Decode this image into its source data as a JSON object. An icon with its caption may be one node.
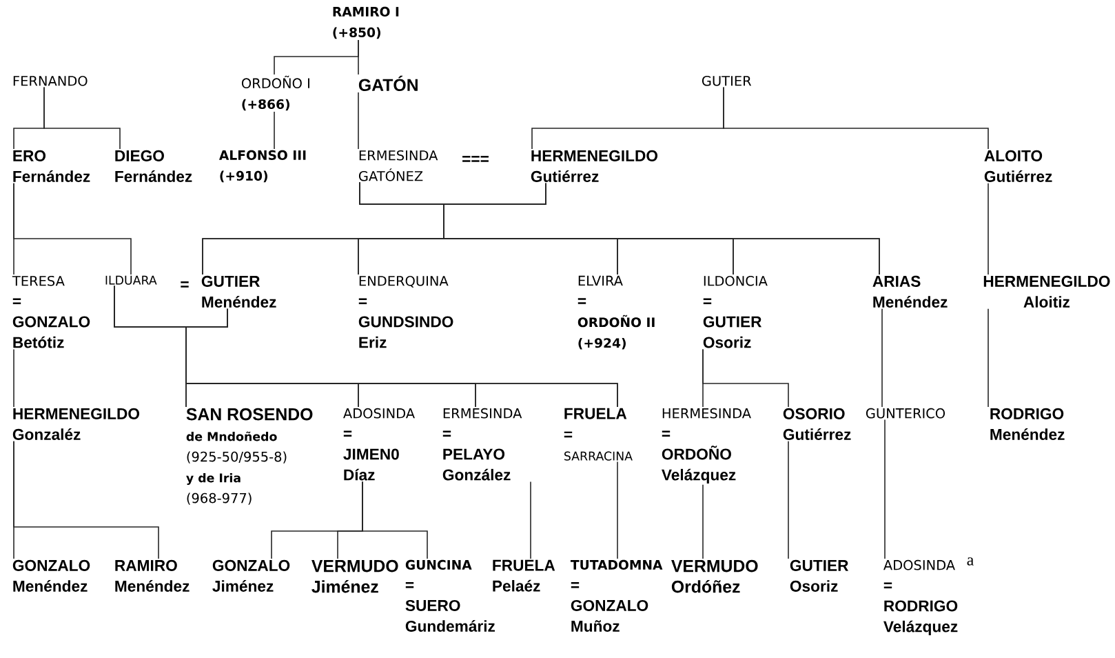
{
  "diagram": {
    "nodes": [
      {
        "text": [
          "RAMIRO I",
          "(+850)"
        ]
      },
      {
        "text": [
          "FERNANDO"
        ]
      },
      {
        "text": [
          "ORDOÑO I",
          "(+866)"
        ]
      },
      {
        "text": [
          "GATÓN"
        ]
      },
      {
        "text": [
          "GUTIER"
        ]
      },
      {
        "text": [
          "ERO Fernández"
        ]
      },
      {
        "text": [
          "DIEGO Fernández"
        ]
      },
      {
        "text": [
          "ALFONSO III",
          "(+910)"
        ]
      },
      {
        "text": [
          "ERMESINDA GATÓNEZ"
        ]
      },
      {
        "text": [
          "HERMENEGILDO Gutiérrez"
        ]
      },
      {
        "text": [
          "ALOITO Gutiérrez"
        ]
      },
      {
        "text": [
          "TERESA",
          "=",
          "GONZALO Betótiz"
        ]
      },
      {
        "text": [
          "ILDUARA"
        ]
      },
      {
        "text": [
          "GUTIER Menéndez"
        ]
      },
      {
        "text": [
          "ENDERQUINA",
          "=",
          "GUNDSINDO Eriz"
        ]
      },
      {
        "text": [
          "ELVIRA",
          "=",
          "ORDOÑO II",
          "(+924)"
        ]
      },
      {
        "text": [
          "ILDONCIA",
          "=",
          "GUTIER Osoriz"
        ]
      },
      {
        "text": [
          "ARIAS Menéndez"
        ]
      },
      {
        "text": [
          "HERMENEGILDO Aloitiz"
        ]
      },
      {
        "text": [
          "HERMENEGILDO Gonzaléz"
        ]
      },
      {
        "text": [
          "SAN ROSENDO",
          "de Mndoñedo",
          "(925-50/955-8)",
          "y de Iria",
          "(968-977)"
        ]
      },
      {
        "text": [
          "ADOSINDA",
          "=",
          "JIMEN0 Díaz"
        ]
      },
      {
        "text": [
          "ERMESINDA",
          "=",
          "PELAYO González"
        ]
      },
      {
        "text": [
          "FRUELA",
          "=",
          "SARRACINA"
        ]
      },
      {
        "text": [
          "HERMESINDA",
          "=",
          "ORDOÑO Velázquez"
        ]
      },
      {
        "text": [
          "OSORIO Gutiérrez"
        ]
      },
      {
        "text": [
          "GUNTERICO"
        ]
      },
      {
        "text": [
          "RODRIGO Menéndez"
        ]
      },
      {
        "text": [
          "GONZALO Menéndez"
        ]
      },
      {
        "text": [
          "RAMIRO Menéndez"
        ]
      },
      {
        "text": [
          "GONZALO Jiménez"
        ]
      },
      {
        "text": [
          "VERMUDO Jiménez"
        ]
      },
      {
        "text": [
          "GUNCINA",
          "=",
          "SUERO Gundemáriz"
        ]
      },
      {
        "text": [
          "FRUELA Pelaéz"
        ]
      },
      {
        "text": [
          "TUTADOMNA",
          "=",
          "GONZALO Muñoz"
        ]
      },
      {
        "text": [
          "VERMUDO Ordóñez"
        ]
      },
      {
        "text": [
          "GUTIER Osoriz"
        ]
      },
      {
        "text": [
          "ADOSINDA",
          "=",
          "RODRIGO Velázquez"
        ],
        "beside": [
          "a"
        ]
      }
    ],
    "edges": [
      {
        "from": 0,
        "to": 2,
        "arrow": "none"
      },
      {
        "from": 0,
        "to": 3,
        "arrow": "none"
      },
      {
        "from": 1,
        "to": 5,
        "arrow": "none"
      },
      {
        "from": 1,
        "to": 6,
        "arrow": "none"
      },
      {
        "from": 2,
        "to": 7,
        "arrow": "none"
      },
      {
        "from": 3,
        "to": 8,
        "arrow": "none"
      },
      {
        "from": 4,
        "to": 9,
        "arrow": "none"
      },
      {
        "from": 4,
        "to": 10,
        "arrow": "none"
      },
      {
        "from": 5,
        "to": 11,
        "arrow": "none"
      },
      {
        "from": 5,
        "to": 12,
        "arrow": "none"
      },
      {
        "from": 8,
        "to": 13,
        "arrow": "none"
      },
      {
        "from": 8,
        "to": 14,
        "arrow": "none"
      },
      {
        "from": 8,
        "to": 15,
        "arrow": "none"
      },
      {
        "from": 8,
        "to": 16,
        "arrow": "none"
      },
      {
        "from": 8,
        "to": 17,
        "arrow": "none"
      },
      {
        "from": 9,
        "to": 13,
        "arrow": "none"
      },
      {
        "from": 9,
        "to": 14,
        "arrow": "none"
      },
      {
        "from": 9,
        "to": 15,
        "arrow": "none"
      },
      {
        "from": 9,
        "to": 16,
        "arrow": "none"
      },
      {
        "from": 9,
        "to": 17,
        "arrow": "none"
      },
      {
        "from": 10,
        "to": 18,
        "arrow": "none"
      },
      {
        "from": 11,
        "to": 19,
        "arrow": "none"
      },
      {
        "from": 12,
        "to": 20,
        "arrow": "none"
      },
      {
        "from": 12,
        "to": 21,
        "arrow": "none"
      },
      {
        "from": 12,
        "to": 22,
        "arrow": "none"
      },
      {
        "from": 12,
        "to": 23,
        "arrow": "none"
      },
      {
        "from": 13,
        "to": 20,
        "arrow": "none"
      },
      {
        "from": 13,
        "to": 21,
        "arrow": "none"
      },
      {
        "from": 13,
        "to": 22,
        "arrow": "none"
      },
      {
        "from": 13,
        "to": 23,
        "arrow": "none"
      },
      {
        "from": 16,
        "to": 24,
        "arrow": "none"
      },
      {
        "from": 16,
        "to": 25,
        "arrow": "none"
      },
      {
        "from": 17,
        "to": 26,
        "arrow": "none"
      },
      {
        "from": 26,
        "to": 37,
        "arrow": "none"
      },
      {
        "from": 18,
        "to": 27,
        "arrow": "none"
      },
      {
        "from": 19,
        "to": 28,
        "arrow": "none"
      },
      {
        "from": 19,
        "to": 29,
        "arrow": "none"
      },
      {
        "from": 21,
        "to": 30,
        "arrow": "none"
      },
      {
        "from": 21,
        "to": 31,
        "arrow": "none"
      },
      {
        "from": 21,
        "to": 32,
        "arrow": "none"
      },
      {
        "from": 22,
        "to": 33,
        "arrow": "none"
      },
      {
        "from": 23,
        "to": 34,
        "arrow": "none"
      },
      {
        "from": 24,
        "to": 35,
        "arrow": "none"
      },
      {
        "from": 25,
        "to": 36,
        "arrow": "none"
      }
    ],
    "labels": [
      "===",
      "="
    ]
  }
}
